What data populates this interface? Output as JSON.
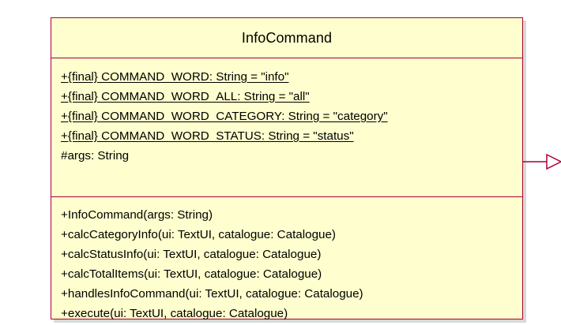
{
  "diagram": {
    "class": {
      "name": "InfoCommand",
      "attributes": [
        {
          "text": "+{final} COMMAND_WORD: String = \"info\"",
          "static": true
        },
        {
          "text": "+{final} COMMAND_WORD_ALL: String = \"all\"",
          "static": true
        },
        {
          "text": "+{final} COMMAND_WORD_CATEGORY: String = \"category\"",
          "static": true
        },
        {
          "text": "+{final} COMMAND_WORD_STATUS: String = \"status\"",
          "static": true
        },
        {
          "text": "#args: String",
          "static": false
        }
      ],
      "methods": [
        {
          "text": "+InfoCommand(args: String)"
        },
        {
          "text": "+calcCategoryInfo(ui: TextUI, catalogue: Catalogue)"
        },
        {
          "text": "+calcStatusInfo(ui: TextUI, catalogue: Catalogue)"
        },
        {
          "text": "+calcTotalItems(ui: TextUI, catalogue: Catalogue)"
        },
        {
          "text": "+handlesInfoCommand(ui: TextUI, catalogue: Catalogue)"
        },
        {
          "text": "+execute(ui: TextUI, catalogue: Catalogue)"
        }
      ]
    },
    "colors": {
      "box_fill": "#fefece",
      "box_border": "#a80036",
      "text": "#000000",
      "shadow": "#d9d9d9"
    },
    "relationship_arrow": {
      "icon": "realization-arrow-icon"
    }
  }
}
